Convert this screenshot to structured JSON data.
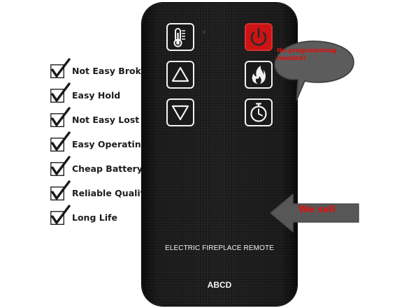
{
  "features": [
    "Not Easy Broken",
    "Easy Hold",
    "Not Easy Lost",
    "Easy Operating",
    "Cheap Battery",
    "Reliable Quality",
    "Long Life"
  ],
  "remote": {
    "title": "ELECTRIC FIREPLACE REMOTE",
    "brand": "ABCD",
    "buttons": {
      "temperature": "thermometer-icon",
      "power": "power-icon",
      "up": "triangle-up-icon",
      "flame": "flame-icon",
      "down": "triangle-down-icon",
      "timer": "timer-icon"
    }
  },
  "callouts": {
    "bubble_text": "No programming needed!",
    "arrow_text": "We sell"
  },
  "colors": {
    "remote_body": "#1e1e1e",
    "power_button": "#cc1414",
    "callout_text": "#e01010",
    "bubble_fill": "#5c5c5c",
    "arrow_fill": "#575757"
  }
}
